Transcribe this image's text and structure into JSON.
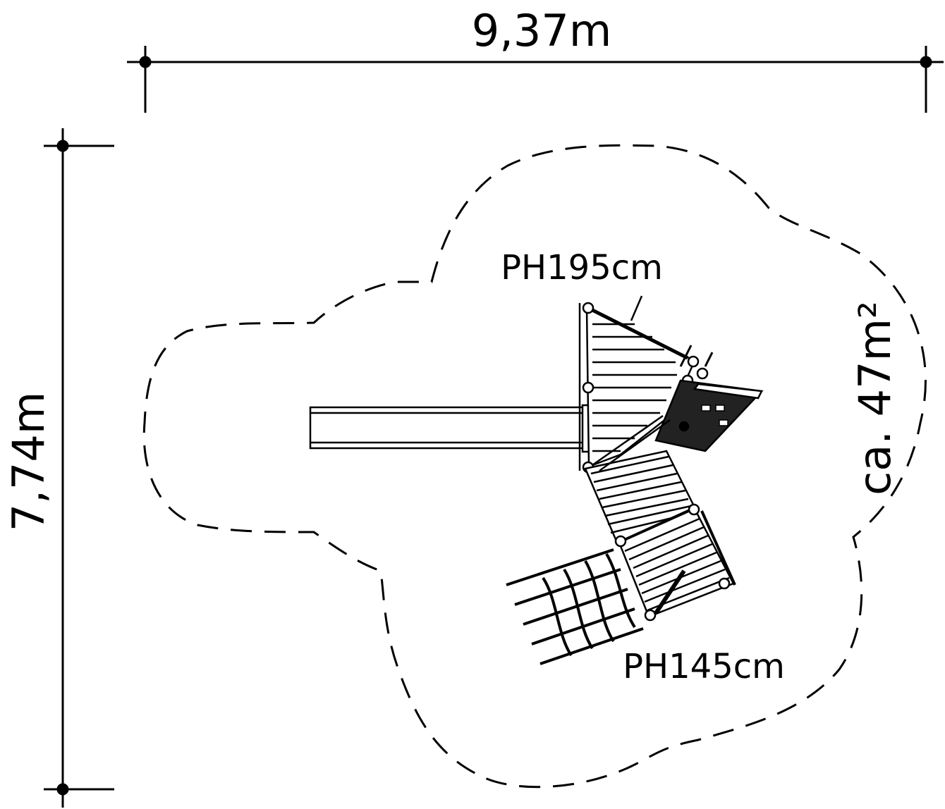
{
  "dimensions": {
    "width_label": "9,37m",
    "depth_label": "7,74m"
  },
  "platforms": {
    "upper_height": "PH195cm",
    "lower_height": "PH145cm"
  },
  "safety_area": {
    "label": "ca. 47m²"
  },
  "colors": {
    "line": "#000000",
    "background": "#ffffff"
  }
}
